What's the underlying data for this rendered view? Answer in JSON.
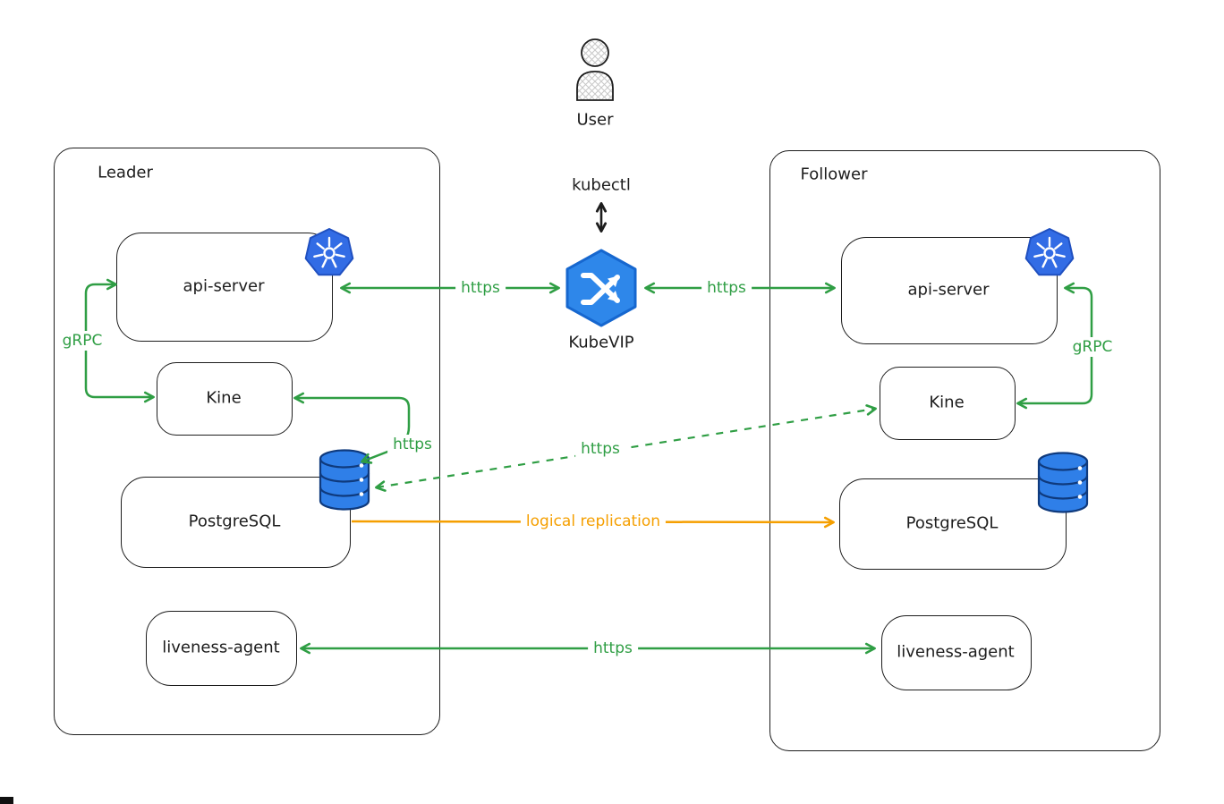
{
  "top": {
    "user_label": "User",
    "kubectl_label": "kubectl",
    "kubevip_label": "KubeVIP"
  },
  "leader": {
    "title": "Leader",
    "nodes": {
      "api_server": "api-server",
      "kine": "Kine",
      "postgresql": "PostgreSQL",
      "liveness_agent": "liveness-agent"
    }
  },
  "follower": {
    "title": "Follower",
    "nodes": {
      "api_server": "api-server",
      "kine": "Kine",
      "postgresql": "PostgreSQL",
      "liveness_agent": "liveness-agent"
    }
  },
  "edges": {
    "leader_api_to_kubevip": "https",
    "kubevip_to_follower_api": "https",
    "leader_grpc": "gRPC",
    "follower_grpc": "gRPC",
    "leader_kine_to_postgres": "https",
    "postgres_to_follower_kine": "https",
    "logical_replication": "logical replication",
    "liveness_link": "https"
  },
  "colors": {
    "edge_green": "#2f9e44",
    "edge_orange": "#f59f00",
    "outline_black": "#1d1d1d",
    "kubevip_blue": "#2e87ea",
    "kubernetes_blue": "#326ce5",
    "database_blue": "#2f7fe8"
  },
  "icons": {
    "user": "user-icon",
    "kubevip": "kubevip-hexagon-icon",
    "kubernetes": "kubernetes-wheel-icon",
    "database": "database-cylinder-icon"
  }
}
